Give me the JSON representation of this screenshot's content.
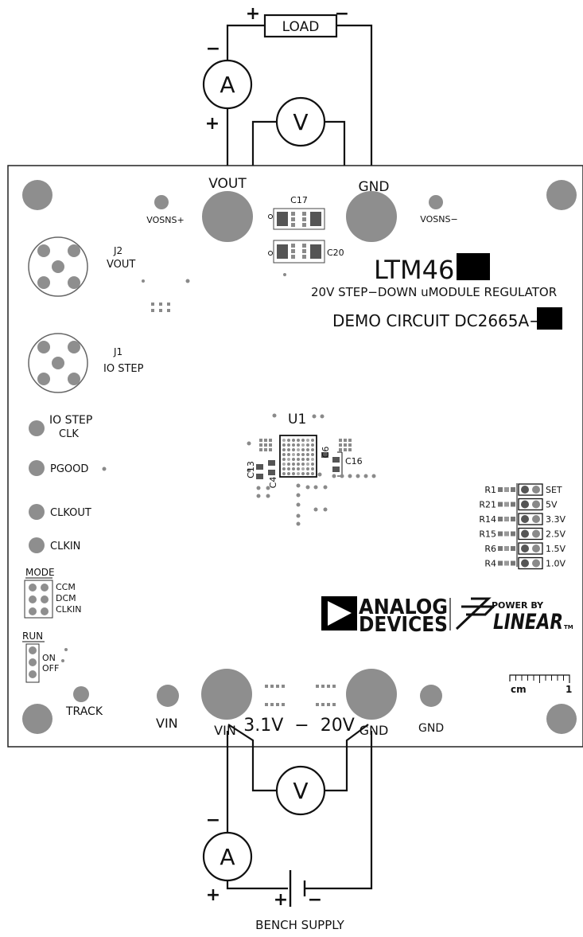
{
  "top": {
    "load": "LOAD",
    "plus": "+",
    "minus": "−",
    "ammeter": "A",
    "voltmeter": "V",
    "amm_minus": "−",
    "amm_plus": "+"
  },
  "board": {
    "vout": "VOUT",
    "gnd_top": "GND",
    "vosns_plus": "VOSNS+",
    "vosns_minus": "VOSNS−",
    "c17": "C17",
    "c20": "C20",
    "j2_ref": "J2",
    "j2_name": "VOUT",
    "j1_ref": "J1",
    "j1_name": "IO STEP",
    "part_prefix": "LTM46",
    "subtitle": "20V STEP−DOWN uMODULE REGULATOR",
    "demo_prefix": "DEMO CIRCUIT DC2665A−",
    "u1": "U1",
    "c6": "C6",
    "c16": "C16",
    "c13": "C13",
    "c4": "C4",
    "io_step": "IO STEP",
    "clk": "CLK",
    "pgood": "PGOOD",
    "clkout": "CLKOUT",
    "clkin": "CLKIN",
    "mode_title": "MODE",
    "mode_options": [
      "CCM",
      "DCM",
      "CLKIN"
    ],
    "run_title": "RUN",
    "run_on": "ON",
    "run_off": "OFF",
    "track": "TRACK",
    "vin_left": "VIN",
    "vin": "VIN",
    "range": "3.1V  −  20V",
    "gnd_bottom": "GND",
    "gnd_right": "GND",
    "resistors": [
      {
        "ref": "R1",
        "label": "SET"
      },
      {
        "ref": "R21",
        "label": "5V"
      },
      {
        "ref": "R14",
        "label": "3.3V"
      },
      {
        "ref": "R15",
        "label": "2.5V"
      },
      {
        "ref": "R6",
        "label": "1.5V"
      },
      {
        "ref": "R4",
        "label": "1.0V"
      }
    ],
    "analog_line1": "ANALOG",
    "analog_line2": "DEVICES",
    "power_by": "POWER BY",
    "linear": "LINEAR",
    "tm": "TM",
    "scale_unit": "cm",
    "scale_value": "1"
  },
  "bottom": {
    "voltmeter": "V",
    "ammeter": "A",
    "amm_minus": "−",
    "amm_plus": "+",
    "bat_plus": "+",
    "bat_minus": "−",
    "supply": "BENCH SUPPLY"
  }
}
